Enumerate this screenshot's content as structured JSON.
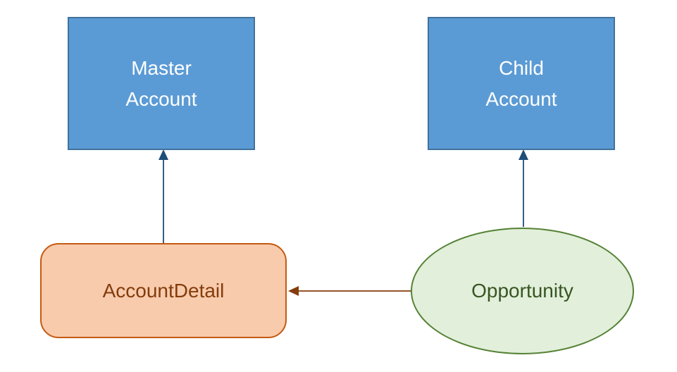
{
  "diagram": {
    "background": "#FFFFFF",
    "nodes": [
      {
        "id": "master-account",
        "shape": "rectangle",
        "lines": [
          "Master",
          "Account"
        ],
        "fill": "#5B9BD5",
        "border_color": "#41719C",
        "text_color": "#FFFFFF"
      },
      {
        "id": "child-account",
        "shape": "rectangle",
        "lines": [
          "Child",
          "Account"
        ],
        "fill": "#5B9BD5",
        "border_color": "#41719C",
        "text_color": "#FFFFFF"
      },
      {
        "id": "account-detail",
        "shape": "rounded-rectangle",
        "lines": [
          "AccountDetail"
        ],
        "fill": "#F8CBAD",
        "border_color": "#C55A11",
        "text_color": "#843C0C"
      },
      {
        "id": "opportunity",
        "shape": "ellipse",
        "lines": [
          "Opportunity"
        ],
        "fill": "#E2EFDA",
        "border_color": "#548235",
        "text_color": "#375623"
      }
    ],
    "edges": [
      {
        "id": "accountdetail-to-master",
        "from": "account-detail",
        "to": "master-account",
        "direction": "up",
        "color": "#1F4E79"
      },
      {
        "id": "opportunity-to-child",
        "from": "opportunity",
        "to": "child-account",
        "direction": "up",
        "color": "#1F4E79"
      },
      {
        "id": "opportunity-to-accountdetail",
        "from": "opportunity",
        "to": "account-detail",
        "direction": "left",
        "color": "#843C0C"
      }
    ]
  }
}
